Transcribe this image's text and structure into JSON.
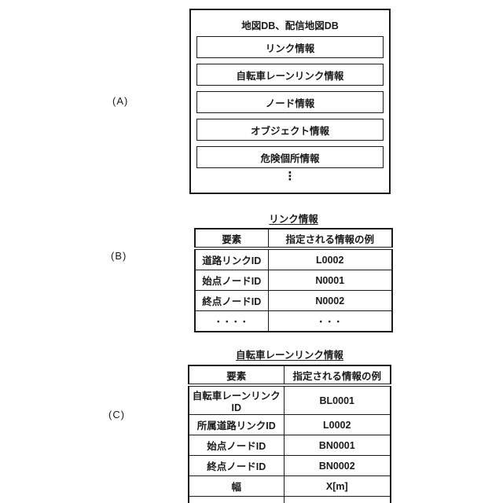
{
  "sections": {
    "a": {
      "label": "(A)",
      "title": "地図DB、配信地図DB",
      "items": [
        "リンク情報",
        "自転車レーンリンク情報",
        "ノード情報",
        "オブジェクト情報",
        "危険個所情報"
      ],
      "ellipsis": "⋮"
    },
    "b": {
      "label": "(B)",
      "title": "リンク情報",
      "headers": [
        "要素",
        "指定される情報の例"
      ],
      "rows": [
        [
          "道路リンクID",
          "L0002"
        ],
        [
          "始点ノードID",
          "N0001"
        ],
        [
          "終点ノードID",
          "N0002"
        ],
        [
          "・・・・",
          "・・・"
        ]
      ]
    },
    "c": {
      "label": "(C)",
      "title": "自転車レーンリンク情報",
      "headers": [
        "要素",
        "指定される情報の例"
      ],
      "rows": [
        [
          "自転車レーンリンクID",
          "BL0001"
        ],
        [
          "所属道路リンクID",
          "L0002"
        ],
        [
          "始点ノードID",
          "BN0001"
        ],
        [
          "終点ノードID",
          "BN0002"
        ],
        [
          "幅",
          "X[m]"
        ],
        [
          "・・・・",
          "・・・・"
        ]
      ]
    }
  }
}
